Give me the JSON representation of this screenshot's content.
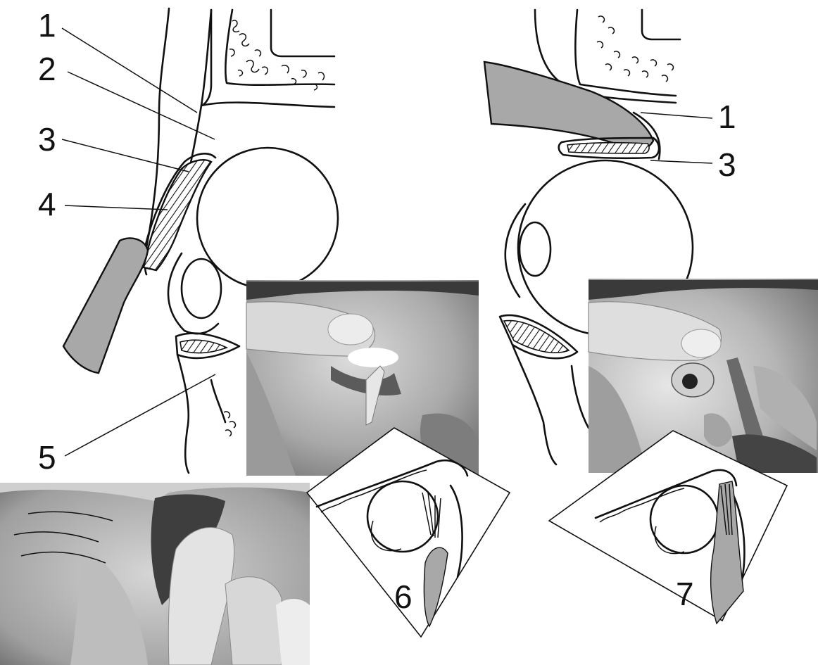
{
  "labels": {
    "left": [
      "1",
      "2",
      "3",
      "4",
      "5"
    ],
    "right": [
      "1",
      "3"
    ],
    "panel_6": "6",
    "panel_7": "7"
  },
  "colors": {
    "line": "#111111",
    "instrument_fill": "#a8a8a8",
    "background": "#ffffff"
  },
  "photos": {
    "top_left": "eyelid-eversion-with-probe-photo",
    "top_right": "eyelid-eversion-with-forceps-photo",
    "bottom_left": "lower-eyelid-pull-photo"
  }
}
